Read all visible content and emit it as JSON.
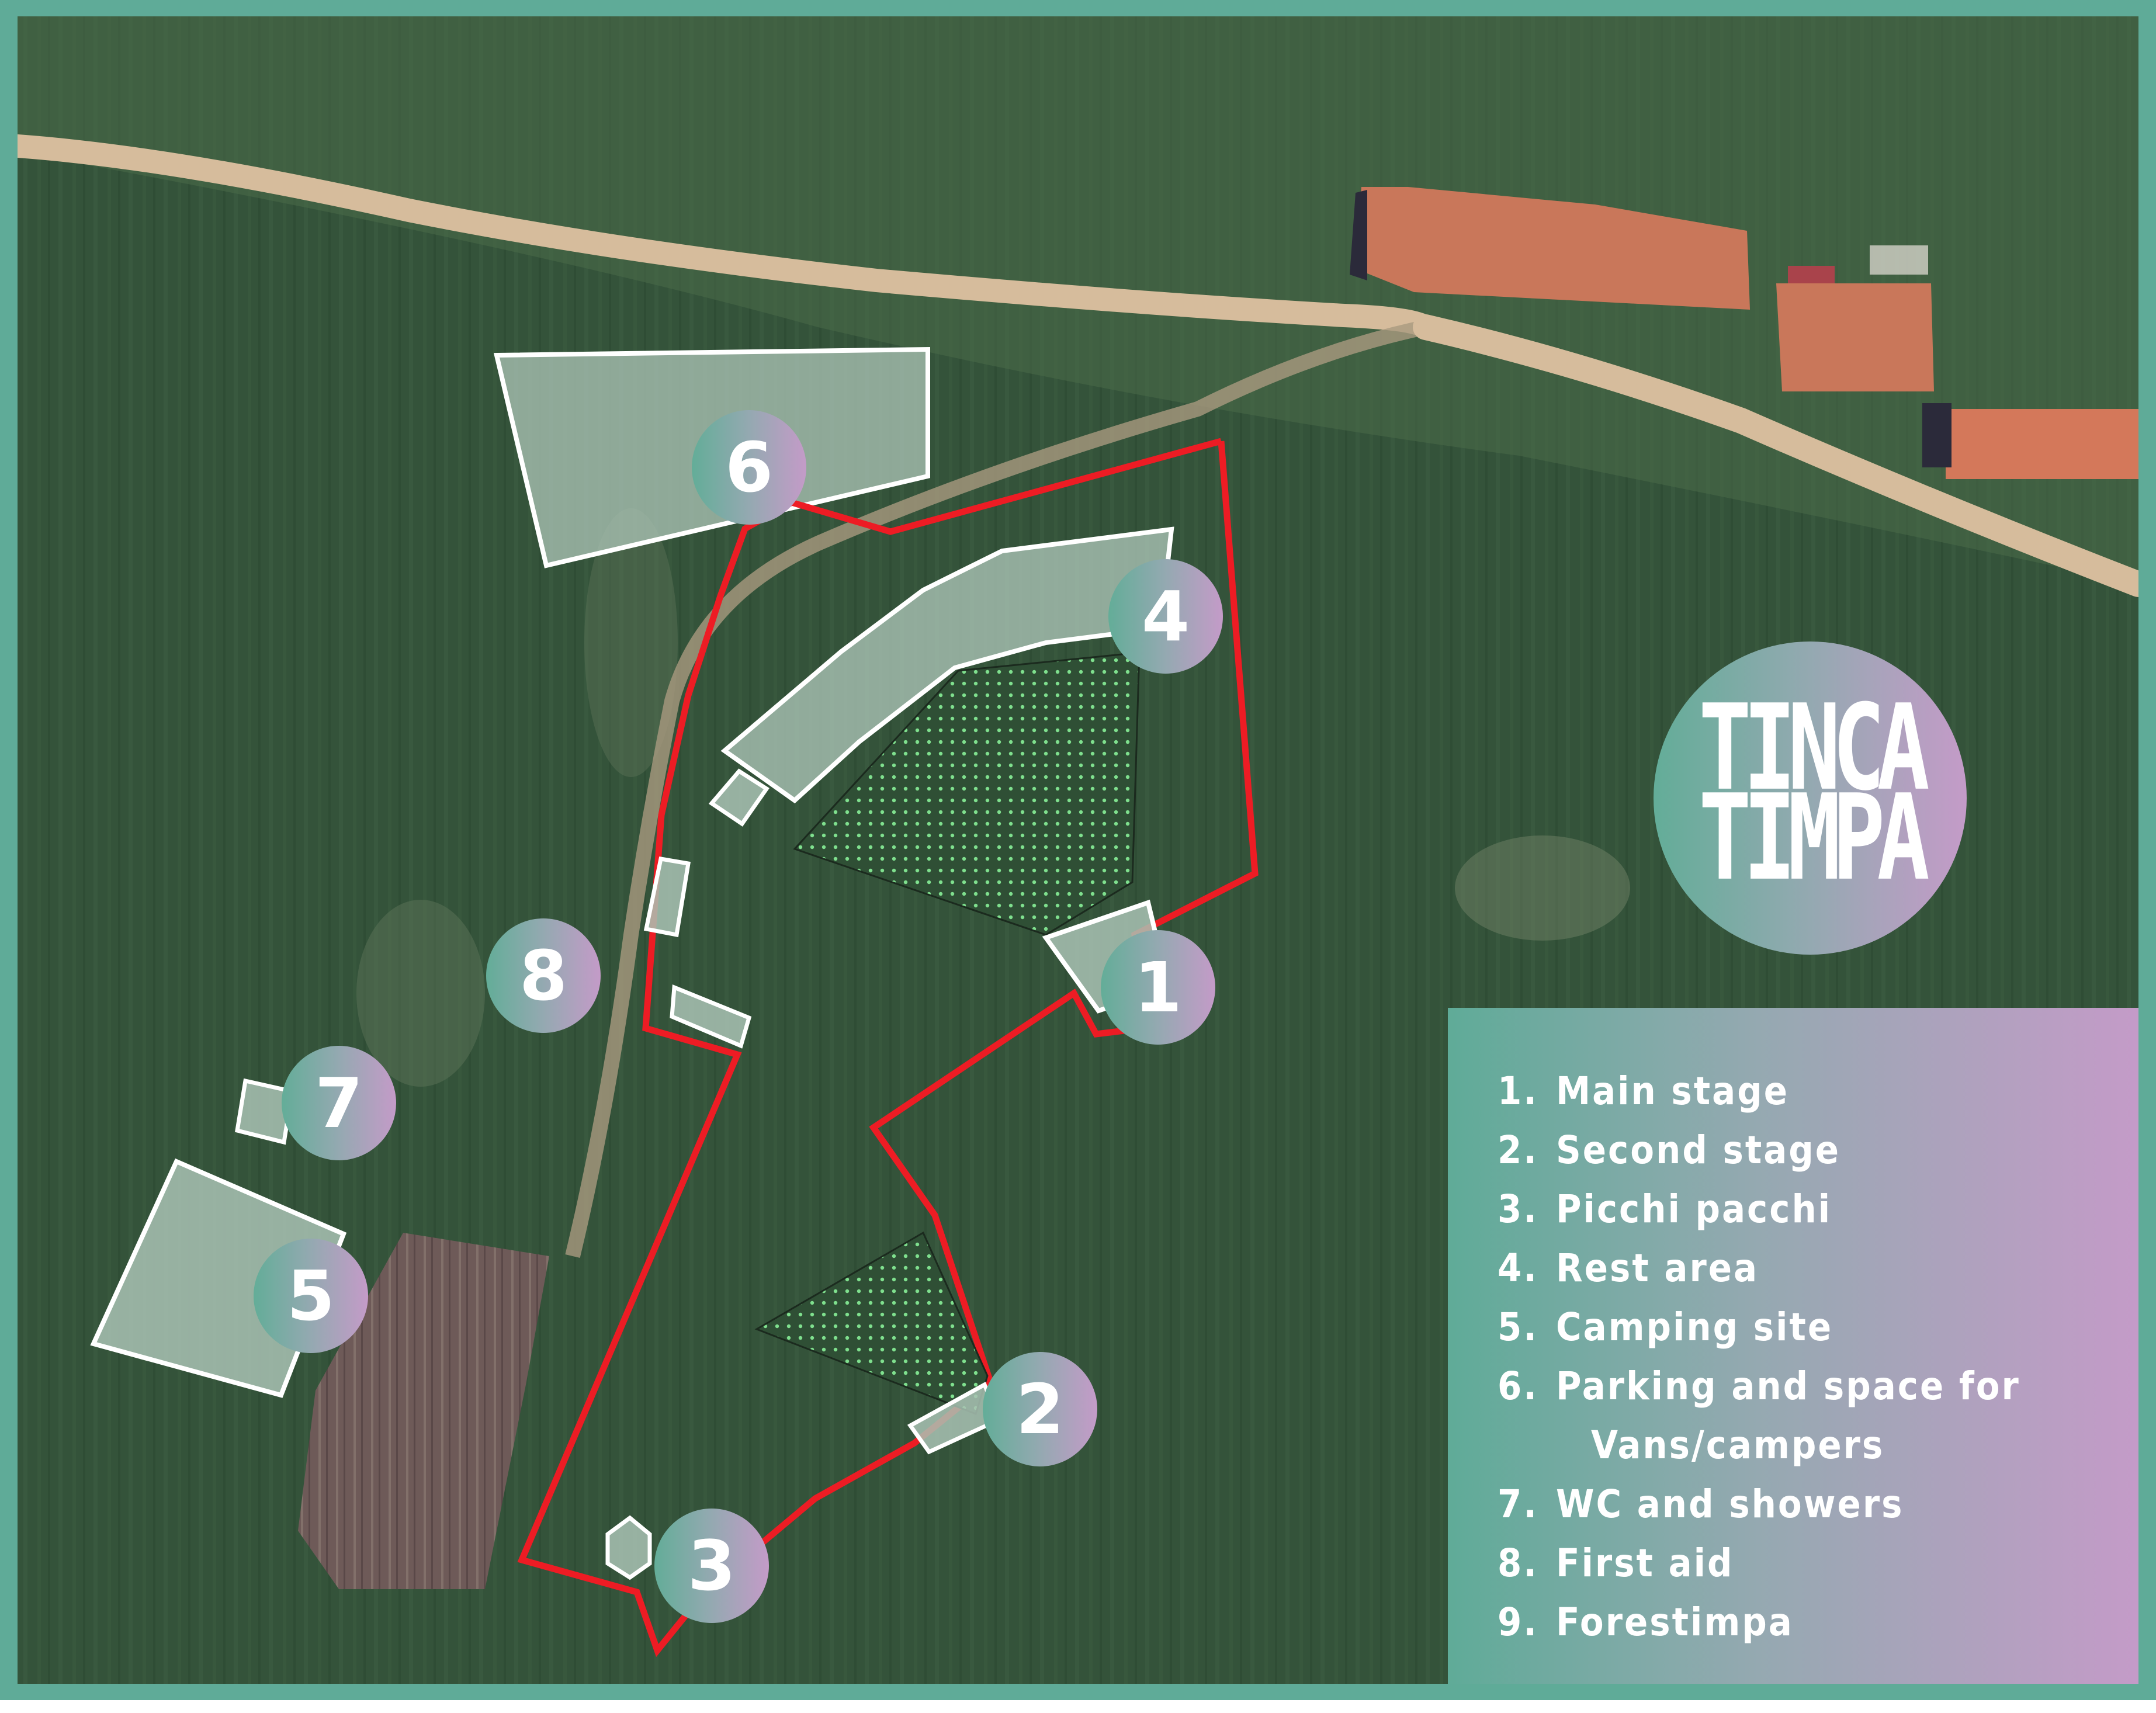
{
  "logo": {
    "line1": "TINCA",
    "line2": "TIMPA"
  },
  "colors": {
    "frame": "#5fab98",
    "gradient_start": "#63ad98",
    "gradient_mid": "#94a9b1",
    "gradient_end": "#c49bc8",
    "boundary": "#ed1c24",
    "zone_fill": "#a9c2b4",
    "zone_stroke": "#ffffff",
    "audience_dots": "#7fe08e",
    "road": "#d6bc9c",
    "roof": "#c9775a",
    "grass": "#34533a"
  },
  "markers": [
    {
      "id": "1",
      "label": "1",
      "name": "Main stage"
    },
    {
      "id": "2",
      "label": "2",
      "name": "Second stage"
    },
    {
      "id": "3",
      "label": "3",
      "name": "Picchi pacchi"
    },
    {
      "id": "4",
      "label": "4",
      "name": "Rest area"
    },
    {
      "id": "5",
      "label": "5",
      "name": "Camping site"
    },
    {
      "id": "6",
      "label": "6",
      "name": "Parking and space for Vans/campers"
    },
    {
      "id": "7",
      "label": "7",
      "name": "WC and showers"
    },
    {
      "id": "8",
      "label": "8",
      "name": "First aid"
    }
  ],
  "legend": {
    "items": [
      {
        "num": "1.",
        "text": "Main stage"
      },
      {
        "num": "2.",
        "text": "Second stage"
      },
      {
        "num": "3.",
        "text": "Picchi pacchi"
      },
      {
        "num": "4.",
        "text": "Rest area"
      },
      {
        "num": "5.",
        "text": "Camping site"
      },
      {
        "num": "6.",
        "text": "Parking and space for",
        "continuation": "Vans/campers"
      },
      {
        "num": "7.",
        "text": "WC and showers"
      },
      {
        "num": "8.",
        "text": "First aid"
      },
      {
        "num": "9.",
        "text": "Forestimpa"
      }
    ]
  }
}
